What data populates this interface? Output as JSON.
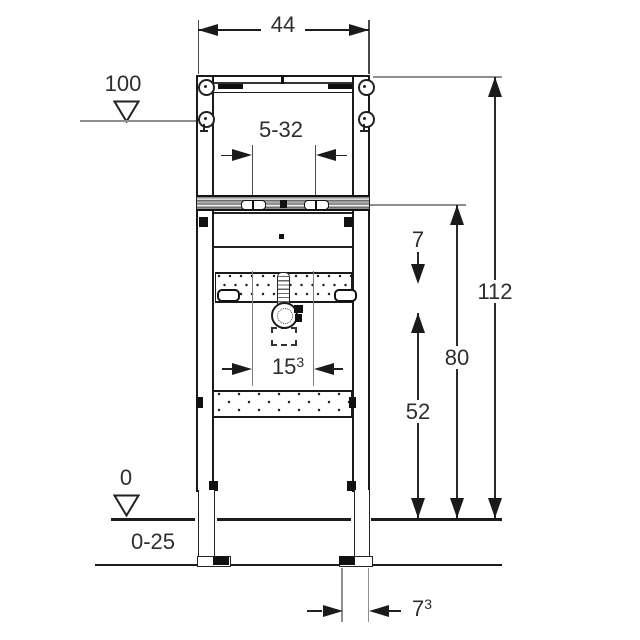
{
  "drawing": {
    "type": "technical-dimension-drawing",
    "units": "cm",
    "labels": {
      "width_top": "44",
      "level_upper": "100",
      "stud_range": "5-32",
      "water_offset": "7",
      "total_height": "112",
      "rail_height": "80",
      "drain_height": "52",
      "drain_span": {
        "base": "15",
        "sup": "3"
      },
      "level_zero": "0",
      "floor_finish_range": "0-25",
      "foot_width": {
        "base": "7",
        "sup": "3"
      }
    },
    "colors": {
      "line": "#1c1c1c",
      "leader": "#8f8f8f",
      "background": "#ffffff"
    }
  }
}
